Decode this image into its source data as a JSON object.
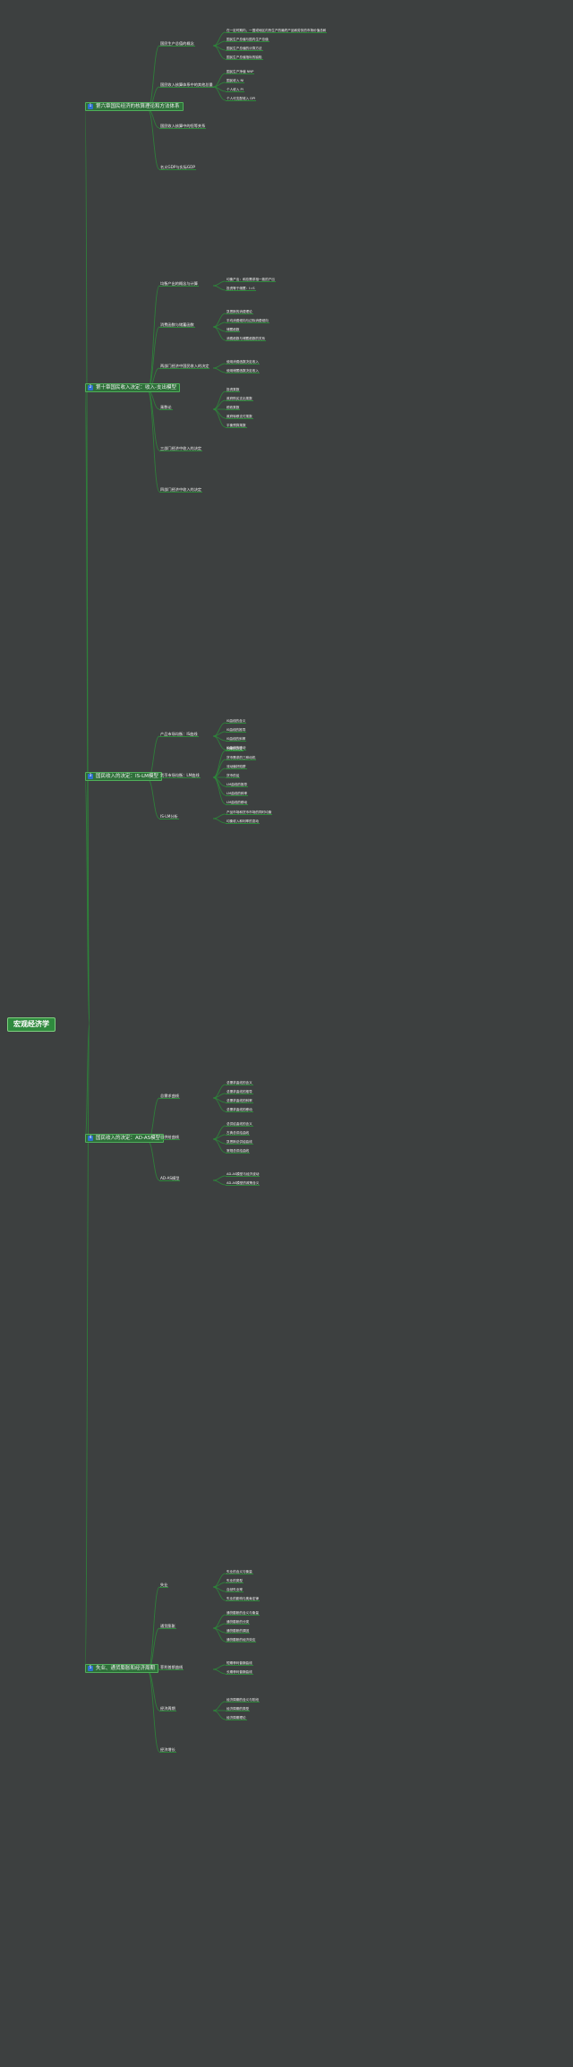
{
  "root": {
    "label": "宏观经济学"
  },
  "branches": [
    {
      "id": "b1",
      "num": "1",
      "label": "第六章国民经济的核算理论和方法体系",
      "children": [
        {
          "label": "国民生产总值的概念",
          "children": [
            {
              "label": "在一定时期内，一国或地区内所生产的最终产品和劳务的市场价值总和"
            },
            {
              "label": "国民生产总值与国内生产总值"
            },
            {
              "label": "国民生产总值的计算方法"
            },
            {
              "label": "国民生产总值指标的缺陷"
            }
          ]
        },
        {
          "label": "国民收入核算体系中的其他总量",
          "children": [
            {
              "label": "国民生产净值 NNP"
            },
            {
              "label": "国民收入 NI"
            },
            {
              "label": "个人收入 PI"
            },
            {
              "label": "个人可支配收入 DPI"
            }
          ]
        },
        {
          "label": "国民收入核算中的恒等关系"
        },
        {
          "label": "名义GDP与实际GDP"
        }
      ]
    },
    {
      "id": "b2",
      "num": "2",
      "label": "第十章国民收入决定：收入-支出模型",
      "children": [
        {
          "label": "均衡产出的概念与计算",
          "children": [
            {
              "label": "均衡产出：和总需求相一致的产出"
            },
            {
              "label": "投资等于储蓄：I=S"
            }
          ]
        },
        {
          "label": "消费函数与储蓄函数",
          "children": [
            {
              "label": "凯恩斯的消费理论"
            },
            {
              "label": "平均消费倾向与边际消费倾向"
            },
            {
              "label": "储蓄函数"
            },
            {
              "label": "消费函数与储蓄函数的关系"
            }
          ]
        },
        {
          "label": "两部门经济中国民收入的决定",
          "children": [
            {
              "label": "使用消费函数决定收入"
            },
            {
              "label": "使用储蓄函数决定收入"
            }
          ]
        },
        {
          "label": "乘数论",
          "children": [
            {
              "label": "投资乘数"
            },
            {
              "label": "政府购买支出乘数"
            },
            {
              "label": "税收乘数"
            },
            {
              "label": "政府转移支付乘数"
            },
            {
              "label": "平衡预算乘数"
            }
          ]
        },
        {
          "label": "三部门经济中收入的决定"
        },
        {
          "label": "四部门经济中收入的决定"
        }
      ]
    },
    {
      "id": "b3",
      "num": "3",
      "label": "国民收入的决定：IS-LM模型",
      "children": [
        {
          "label": "产品市场均衡：IS曲线",
          "children": [
            {
              "label": "IS曲线的含义"
            },
            {
              "label": "IS曲线的推导"
            },
            {
              "label": "IS曲线的斜率"
            },
            {
              "label": "IS曲线的移动"
            }
          ]
        },
        {
          "label": "货币市场均衡：LM曲线",
          "children": [
            {
              "label": "利率的决定"
            },
            {
              "label": "货币需求的三种动机"
            },
            {
              "label": "流动偏好陷阱"
            },
            {
              "label": "货币供给"
            },
            {
              "label": "LM曲线的推导"
            },
            {
              "label": "LM曲线的斜率"
            },
            {
              "label": "LM曲线的移动"
            }
          ]
        },
        {
          "label": "IS-LM分析",
          "children": [
            {
              "label": "产品市场和货币市场的同时均衡"
            },
            {
              "label": "均衡收入和利率的变动"
            }
          ]
        }
      ]
    },
    {
      "id": "b4",
      "num": "4",
      "label": "国民收入的决定：AD-AS模型",
      "children": [
        {
          "label": "总需求曲线",
          "children": [
            {
              "label": "总需求曲线的含义"
            },
            {
              "label": "总需求曲线的推导"
            },
            {
              "label": "总需求曲线的斜率"
            },
            {
              "label": "总需求曲线的移动"
            }
          ]
        },
        {
          "label": "总供给曲线",
          "children": [
            {
              "label": "总供给曲线的含义"
            },
            {
              "label": "古典总供给曲线"
            },
            {
              "label": "凯恩斯总供给曲线"
            },
            {
              "label": "常规总供给曲线"
            }
          ]
        },
        {
          "label": "AD-AS模型",
          "children": [
            {
              "label": "AD-AS模型与经济波动"
            },
            {
              "label": "AD-AS模型的政策含义"
            }
          ]
        }
      ]
    },
    {
      "id": "b5",
      "num": "5",
      "label": "失业、通货膨胀和经济周期",
      "children": [
        {
          "label": "失业",
          "children": [
            {
              "label": "失业的含义与衡量"
            },
            {
              "label": "失业的类型"
            },
            {
              "label": "自然失业率"
            },
            {
              "label": "失业的影响与奥肯定律"
            }
          ]
        },
        {
          "label": "通货膨胀",
          "children": [
            {
              "label": "通货膨胀的含义与衡量"
            },
            {
              "label": "通货膨胀的分类"
            },
            {
              "label": "通货膨胀的原因"
            },
            {
              "label": "通货膨胀的经济效应"
            }
          ]
        },
        {
          "label": "菲利普斯曲线",
          "children": [
            {
              "label": "短期菲利普斯曲线"
            },
            {
              "label": "长期菲利普斯曲线"
            }
          ]
        },
        {
          "label": "经济周期",
          "children": [
            {
              "label": "经济周期的含义与阶段"
            },
            {
              "label": "经济周期的类型"
            },
            {
              "label": "经济周期理论"
            }
          ]
        },
        {
          "label": "经济增长"
        }
      ]
    }
  ]
}
